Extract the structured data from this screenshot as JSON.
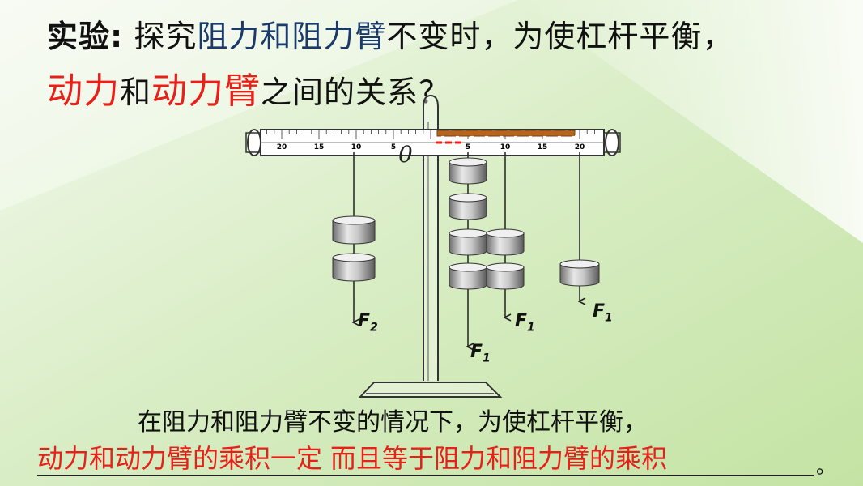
{
  "title": {
    "line1_prefix": "实验",
    "line1_colon": ":",
    "line1_word": "探究",
    "line1_blue": "阻力和阻力臂",
    "line1_rest": "不变时，为使杠杆平衡，",
    "line2_red1": "动力",
    "line2_mid": "和",
    "line2_red2": "动力臂",
    "line2_rest": "之间的关系？"
  },
  "ruler": {
    "left_ticks": [
      "20",
      "15",
      "10",
      "5"
    ],
    "right_ticks": [
      "5",
      "10",
      "15",
      "20"
    ],
    "origin_label": "0"
  },
  "labels": {
    "f2": "F",
    "f2_sub": "2",
    "f1_a": "F",
    "f1_a_sub": "1",
    "f1_b": "F",
    "f1_b_sub": "1",
    "f1_c": "F",
    "f1_c_sub": "1"
  },
  "conclusion": {
    "line1": "在阻力和阻力臂不变的情况下，为使杠杆平衡，",
    "line2_a": "动力和动力臂的乘积一定",
    "line2_b": "而且等于阻力和阻力臂的乘积",
    "period": "。"
  },
  "colors": {
    "accent_red": "#e8201a",
    "accent_blue": "#1a3a6b",
    "background_green": "#c9e6a6",
    "brown_marker": "#b5651d"
  }
}
